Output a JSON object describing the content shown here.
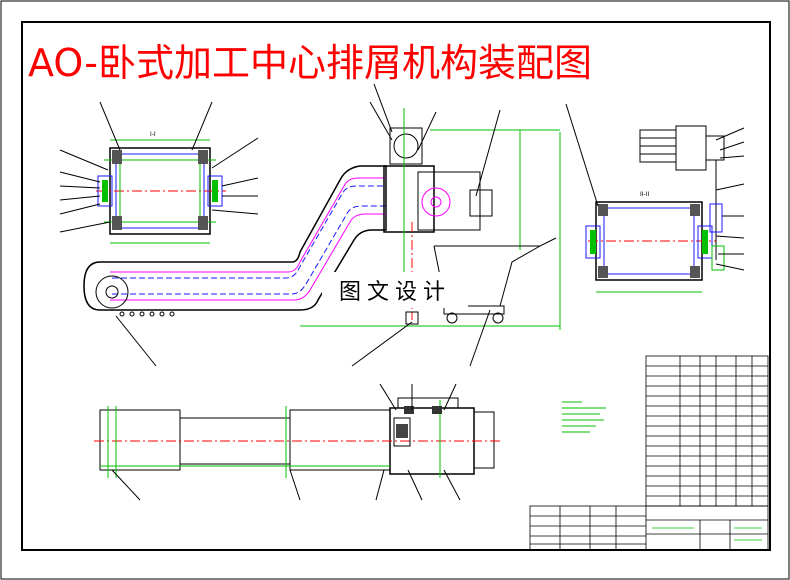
{
  "title": "AO-卧式加工中心排屑机构装配图",
  "watermark": "图文设计",
  "section_labels": [
    "I-I",
    "II-II"
  ],
  "colors": {
    "title": "#ff0000",
    "frame": "#000000",
    "chain": "#ff00ff",
    "dimension": "#00c000",
    "centerline": "#ff0000",
    "cut_line": "#1818ff",
    "background": "#ffffff"
  }
}
